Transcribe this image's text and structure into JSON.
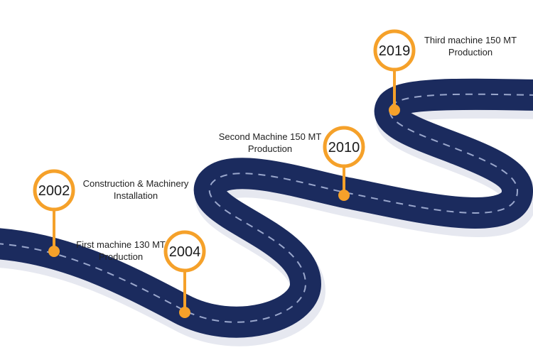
{
  "colors": {
    "road": "#1b2b5e",
    "road_dash": "#9aa7cc",
    "road_shadow": "#e6e8f0",
    "marker": "#f5a12a",
    "marker_fill": "#ffffff"
  },
  "milestones": [
    {
      "year": "2002",
      "line1": "Construction & Machinery",
      "line2": "Installation"
    },
    {
      "year": "2004",
      "line1": "First machine 130 MT",
      "line2": "Production"
    },
    {
      "year": "2010",
      "line1": "Second Machine 150 MT",
      "line2": "Production"
    },
    {
      "year": "2019",
      "line1": "Third machine 150 MT",
      "line2": "Production"
    }
  ]
}
